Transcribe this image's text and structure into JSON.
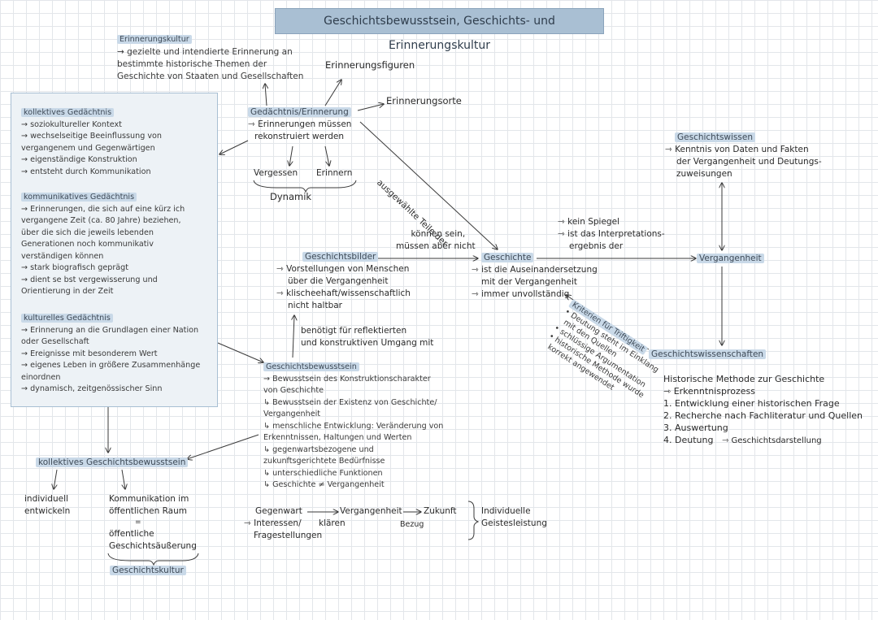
{
  "title": "Geschichtsbewusstsein, Geschichts- und Erinnerungskultur",
  "erinnerungskultur": {
    "heading": "Erinnerungskultur",
    "lines": [
      "→ gezielte und intendierte Erinnerung an",
      "bestimmte historische Themen der",
      "Geschichte von Staaten und Gesellschaften"
    ]
  },
  "erinnerungsfiguren": "Erinnerungsfiguren",
  "erinnerungsorte": "Erinnerungsorte",
  "gedaechtnis": {
    "heading": "Gedächtnis/Erinnerung",
    "lines": [
      "⇾ Erinnerungen müssen",
      "rekonstruiert werden"
    ],
    "vergessen": "Vergessen",
    "erinnern": "Erinnern",
    "dynamik": "Dynamik"
  },
  "panel": {
    "kollektiv": {
      "heading": "kollektives Gedächtnis",
      "lines": [
        "→ soziokultureller Kontext",
        "→ wechselseitige Beeinflussung von",
        "vergangenem und Gegenwärtigen",
        "→ eigenständige Konstruktion",
        "→ entsteht durch Kommunikation"
      ]
    },
    "kommunikativ": {
      "heading": "kommunikatives Gedächtnis",
      "lines": [
        "→ Erinnerungen, die sich auf eine kürz ich",
        "vergangene Zeit (ca. 80 Jahre) beziehen,",
        "über die sich die jeweils lebenden",
        "Generationen noch kommunikativ",
        "verständigen können",
        "→ stark biografisch geprägt",
        "→ dient se bst vergewisserung und",
        "Orientierung in der Zeit"
      ]
    },
    "kulturell": {
      "heading": "kulturelles Gedächtnis",
      "lines": [
        "→ Erinnerung an die Grundlagen einer Nation",
        "oder Gesellschaft",
        "→ Ereignisse mit besonderem Wert",
        "→ eigenes Leben in größere Zusammenhänge",
        "einordnen",
        "→ dynamisch, zeitgenössischer Sinn"
      ]
    }
  },
  "ausgewaehlte": "ausgewählte Teile der",
  "koennen": [
    "können sein,",
    "müssen aber nicht"
  ],
  "geschichtsbilder": {
    "heading": "Geschichtsbilder",
    "lines": [
      "⇾ Vorstellungen von Menschen",
      "über die Vergangenheit",
      "⇾ klischeehaft/wissenschaftlich",
      "nicht haltbar"
    ]
  },
  "benoetigt": [
    "benötigt für reflektierten",
    "und konstruktiven Umgang mit"
  ],
  "geschichte": {
    "heading": "Geschichte",
    "lines": [
      "⇾ ist die Auseinandersetzung",
      "mit der Vergangenheit",
      "⇾ immer unvollständig"
    ]
  },
  "kein_spiegel": [
    "⇾ kein Spiegel",
    "⇾ ist das Interpretations-",
    "ergebnis der"
  ],
  "vergangenheit": "Vergangenheit",
  "geschichtswissen": {
    "heading": "Geschichtswissen",
    "lines": [
      "⇾ Kenntnis von Daten und Fakten",
      "der Vergangenheit und Deutungs-",
      "zuweisungen"
    ]
  },
  "kriterien": [
    "Kriterien für Triftigkeit",
    "• Deutung steht im Einklang",
    "mit den Quellen",
    "• schlüssige Argumentation",
    "• historische Methode wurde",
    "korrekt angewendet"
  ],
  "geschichtswissenschaften": {
    "heading": "Geschichtswissenschaften",
    "sub": "Historische Methode zur Geschichte",
    "lines": [
      "⇾ Erkenntnisprozess",
      "1. Entwicklung einer historischen Frage",
      "2. Recherche nach Fachliteratur und Quellen",
      "3. Auswertung",
      "4. Deutung"
    ],
    "darstellung": "⇾ Geschichtsdarstellung"
  },
  "geschichtsbewusstsein": {
    "heading": "Geschichtsbewusstsein",
    "lines": [
      "→ Bewusstsein des Konstruktionscharakter",
      "von Geschichte",
      "↳ Bewusstsein der Existenz von Geschichte/",
      "Vergangenheit",
      "↳ menschliche Entwicklung: Veränderung von",
      "Erkenntnissen, Haltungen und Werten",
      "↳ gegenwartsbezogene und",
      "zukunftsgerichtete Bedürfnisse",
      "↳ unterschiedliche Funktionen",
      "↳ Geschichte ≠ Vergangenheit"
    ]
  },
  "kollektives_gb": "kollektives Geschichtsbewusstsein",
  "individuell": [
    "individuell",
    "entwickeln"
  ],
  "kommunikation": [
    "Kommunikation im",
    "öffentlichen Raum",
    "=",
    "öffentliche",
    "Geschichtsäußerung"
  ],
  "geschichtskultur": "Geschichtskultur",
  "gegenwart": {
    "gegenwart": "Gegenwart",
    "interessen": [
      "⇾ Interessen/",
      "Fragestellungen"
    ],
    "vergangenheit": "Vergangenheit",
    "klaeren": "klären",
    "zukunft": "Zukunft",
    "bezug": "Bezug",
    "individuelle": [
      "Individuelle",
      "Geistesleistung"
    ]
  }
}
